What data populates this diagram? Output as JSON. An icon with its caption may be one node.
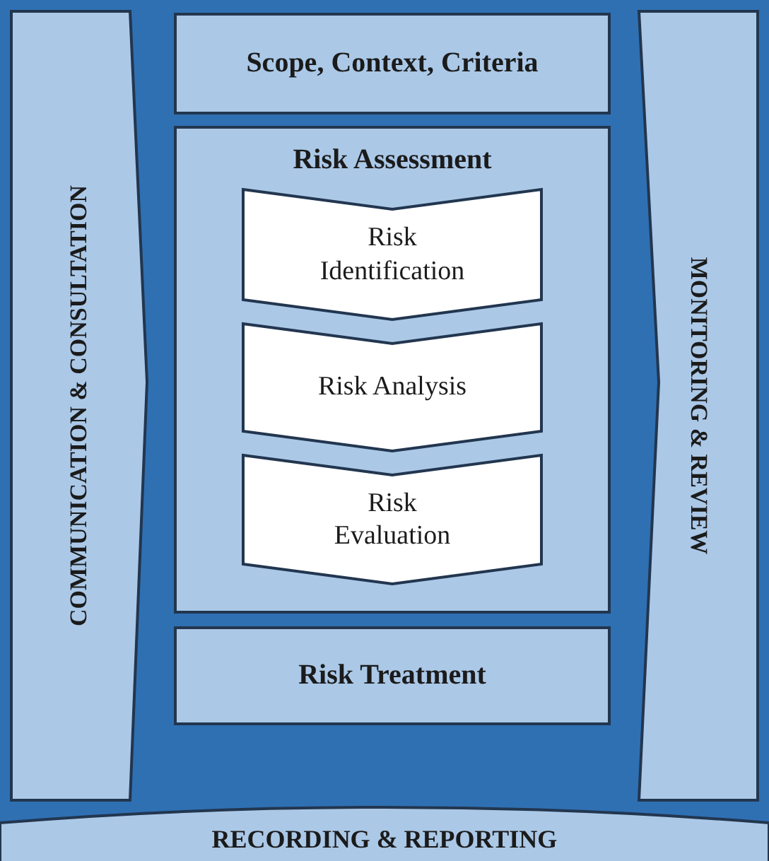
{
  "diagram": {
    "nodes": [
      {
        "text": [
          "COMMUNICATION & CONSULTATION"
        ]
      },
      {
        "text": [
          "Scope, Context, Criteria"
        ]
      },
      {
        "text": [
          "Risk Assessment"
        ]
      },
      {
        "text": [
          "Risk Identification"
        ],
        "in": 2
      },
      {
        "text": [
          "Risk Analysis"
        ],
        "in": 2
      },
      {
        "text": [
          "Risk Evaluation"
        ],
        "in": 2
      },
      {
        "text": [
          "MONITORING & REVIEW"
        ]
      },
      {
        "text": [
          "Risk Treatment"
        ]
      },
      {
        "text": [
          "RECORDING & REPORTING"
        ]
      }
    ]
  }
}
